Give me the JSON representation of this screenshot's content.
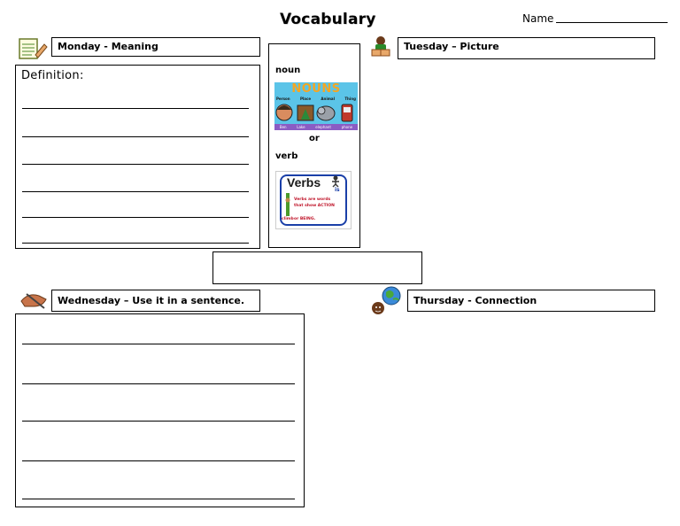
{
  "page": {
    "title": "Vocabulary",
    "name_label": "Name"
  },
  "monday": {
    "label": "Monday - Meaning",
    "definition_label": "Definition:"
  },
  "tuesday": {
    "label": "Tuesday – Picture"
  },
  "wednesday": {
    "label": "Wednesday – Use it in a sentence."
  },
  "thursday": {
    "label": "Thursday - Connection"
  },
  "part_of_speech": {
    "noun_label": "noun",
    "or_label": "or",
    "verb_label": "verb",
    "noun_image": {
      "heading": "NOUNS",
      "columns": [
        "Person",
        "Place",
        "Animal",
        "Thing"
      ],
      "captions": [
        "Ben",
        "Lake",
        "elephant",
        "phone"
      ]
    },
    "verb_image": {
      "heading": "Verbs",
      "side_word": "is",
      "lines": [
        "Verbs are words",
        "that show ACTION",
        "or BEING."
      ],
      "climb_word": "climb"
    }
  },
  "icons": [
    "pencil-notepad-icon",
    "child-reading-icon",
    "writing-hand-icon",
    "globe-child-icon"
  ],
  "colors": {
    "border": "#000000",
    "noun_bg": "#5bc4e8",
    "noun_heading": "#f5a623",
    "verb_heading": "#1a3fa8",
    "verb_text": "#c0152a"
  }
}
